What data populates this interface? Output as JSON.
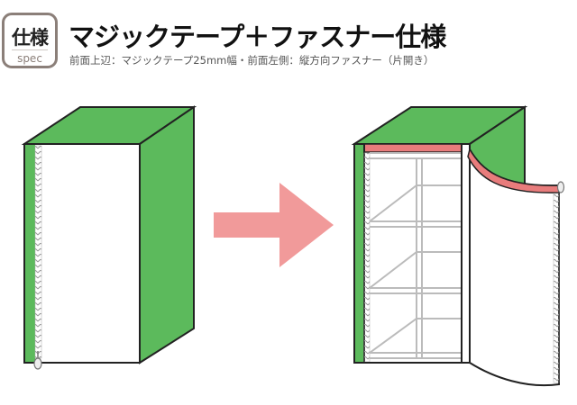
{
  "badge": {
    "main": "仕様",
    "sub": "spec"
  },
  "header": {
    "title": "マジックテープ＋ファスナー仕様",
    "subtitle": "前面上辺：マジックテープ25mm幅・前面左側：縦方向ファスナー（片開き）"
  },
  "colors": {
    "green": "#5cba5c",
    "pink": "#f19a9a",
    "outline": "#222222",
    "shelf": "#bbbbbb",
    "velcro": "#e87c7c"
  },
  "icons": {
    "arrow": "right-arrow-icon"
  }
}
